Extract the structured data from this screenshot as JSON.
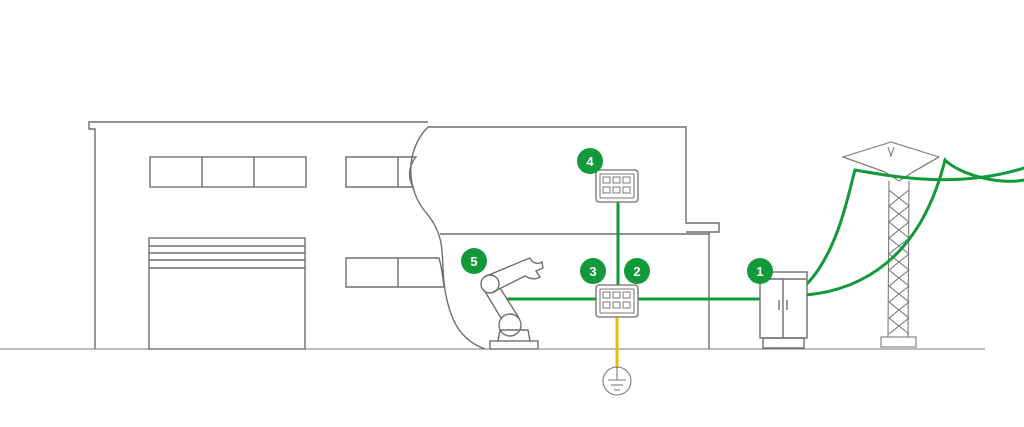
{
  "colors": {
    "line": "#6e6e6e",
    "power_wire": "#12993a",
    "earth_wire": "#f2b705",
    "badge_fill": "#12993a",
    "badge_text": "#ffffff",
    "background": "#ffffff"
  },
  "markers": [
    {
      "id": "m1",
      "label": "1"
    },
    {
      "id": "m2",
      "label": "2"
    },
    {
      "id": "m3",
      "label": "3"
    },
    {
      "id": "m4",
      "label": "4"
    },
    {
      "id": "m5",
      "label": "5"
    }
  ],
  "icons": {
    "building": "factory-building-icon",
    "robot": "robot-arm-icon",
    "ground": "earth-ground-icon",
    "pylon": "power-pylon-icon",
    "cabinet": "electrical-cabinet-icon",
    "panel": "distribution-panel-icon"
  }
}
